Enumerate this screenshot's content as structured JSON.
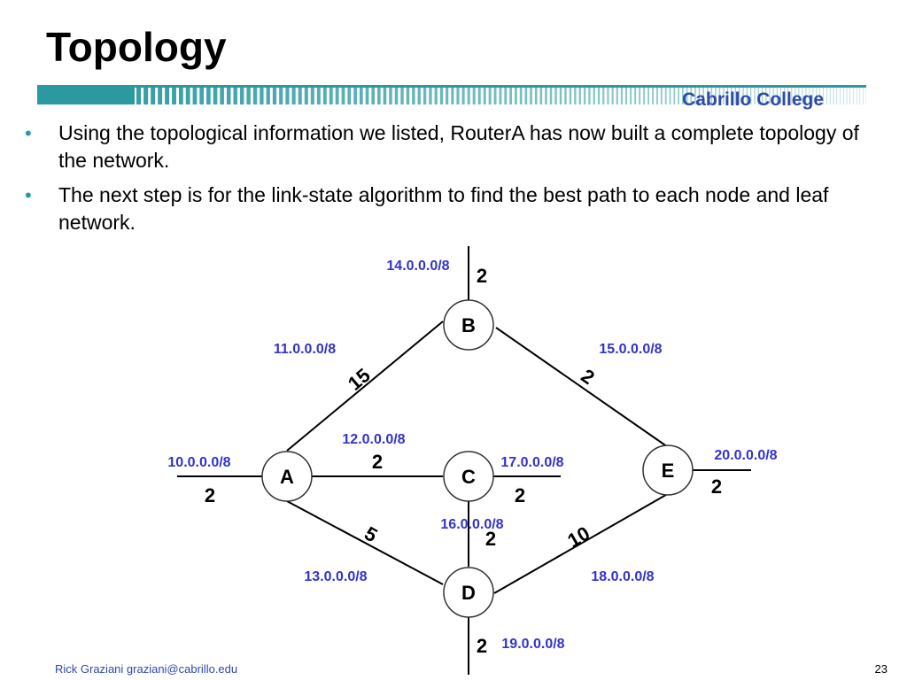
{
  "slide": {
    "title": "Topology",
    "college": "Cabrillo College",
    "bullets": [
      "Using the topological information we listed, RouterA has now built a complete topology of the network.",
      "The next step is for the link-state algorithm to find the best path to each node and leaf network."
    ],
    "footer": {
      "author": "Rick Graziani  graziani@cabrillo.edu",
      "page": "23"
    }
  },
  "colors": {
    "accent_teal": "#2a9aa0",
    "network_label": "#3333cc",
    "college_text": "#2e49a8"
  },
  "diagram": {
    "nodes": [
      {
        "id": "B",
        "label": "B"
      },
      {
        "id": "A",
        "label": "A"
      },
      {
        "id": "C",
        "label": "C"
      },
      {
        "id": "E",
        "label": "E"
      },
      {
        "id": "D",
        "label": "D"
      }
    ],
    "links": [
      {
        "from": "A",
        "to": "B",
        "network": "11.0.0.0/8",
        "cost": "15"
      },
      {
        "from": "B",
        "to": "E",
        "network": "15.0.0.0/8",
        "cost": "2"
      },
      {
        "from": "A",
        "to": "C",
        "network": "12.0.0.0/8",
        "cost": "2"
      },
      {
        "from": "A",
        "to": "D",
        "network": "13.0.0.0/8",
        "cost": "5"
      },
      {
        "from": "C",
        "to": "D",
        "network": "16.0.0.0/8",
        "cost": "2"
      },
      {
        "from": "D",
        "to": "E",
        "network": "18.0.0.0/8",
        "cost": "10"
      }
    ],
    "stubs": [
      {
        "node": "B",
        "network": "14.0.0.0/8",
        "cost": "2"
      },
      {
        "node": "A",
        "network": "10.0.0.0/8",
        "cost": "2"
      },
      {
        "node": "C",
        "network": "17.0.0.0/8",
        "cost": "2"
      },
      {
        "node": "E",
        "network": "20.0.0.0/8",
        "cost": "2"
      },
      {
        "node": "D",
        "network": "19.0.0.0/8",
        "cost": "2"
      }
    ]
  }
}
